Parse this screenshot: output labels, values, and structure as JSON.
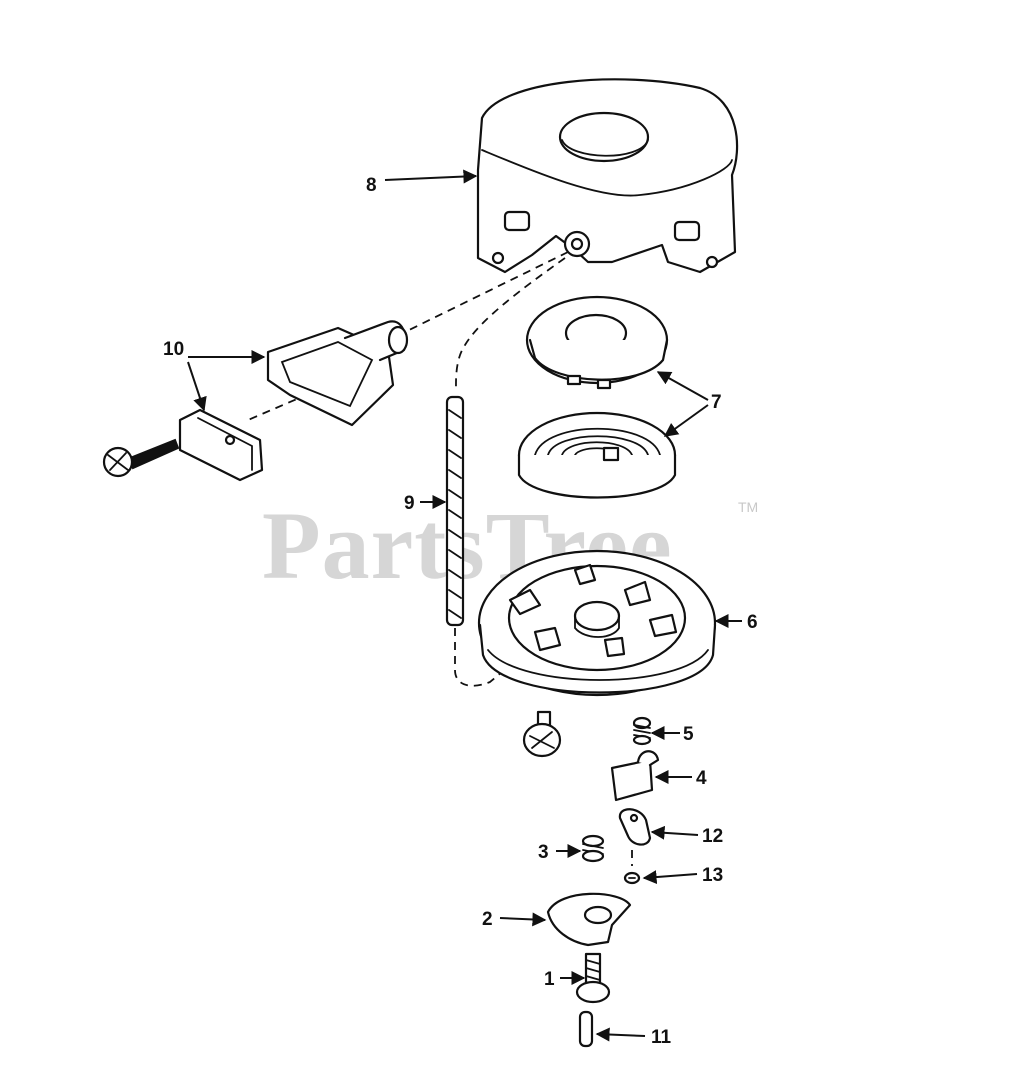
{
  "watermark": {
    "text": "PartsTree",
    "trademark": "TM"
  },
  "callouts": [
    {
      "id": "1",
      "label": "1"
    },
    {
      "id": "2",
      "label": "2"
    },
    {
      "id": "3",
      "label": "3"
    },
    {
      "id": "4",
      "label": "4"
    },
    {
      "id": "5",
      "label": "5"
    },
    {
      "id": "6",
      "label": "6"
    },
    {
      "id": "7",
      "label": "7"
    },
    {
      "id": "8",
      "label": "8"
    },
    {
      "id": "9",
      "label": "9"
    },
    {
      "id": "10",
      "label": "10"
    },
    {
      "id": "11",
      "label": "11"
    },
    {
      "id": "12",
      "label": "12"
    },
    {
      "id": "13",
      "label": "13"
    }
  ]
}
